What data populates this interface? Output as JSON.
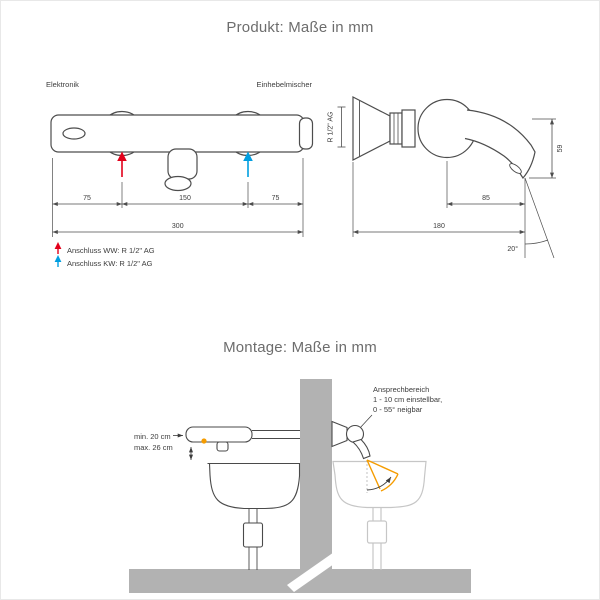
{
  "colors": {
    "line": "#4d4d4d",
    "hot_red": "#e2001a",
    "cold_blue": "#009ee0",
    "sensor_orange": "#f59c00",
    "wall_gray": "#b2b2b2",
    "light_gray": "#c6c6c6",
    "title_gray": "#6d6d6d"
  },
  "product": {
    "title": "Produkt: Maße in mm",
    "front_view": {
      "label_electronics": "Elektronik",
      "label_mixer": "Einhebelmischer",
      "dim_left": "75",
      "dim_center": "150",
      "dim_right": "75",
      "dim_total": "300"
    },
    "side_view": {
      "thread_label": "R 1/2\" AG",
      "dim_spout_reach": "85",
      "dim_total_depth": "180",
      "dim_height": "59",
      "angle_label": "20°"
    },
    "legend": {
      "hot": "Anschluss WW: R 1/2\" AG",
      "cold": "Anschluss KW: R 1/2\" AG"
    }
  },
  "montage": {
    "title": "Montage: Maße in mm",
    "mounting_note": {
      "line1": "min. 20 cm",
      "line2": "max. 26 cm"
    },
    "sensor_note": {
      "line1": "Ansprechbereich",
      "line2": "1 - 10 cm einstellbar,",
      "line3": "0 - 55° neigbar"
    }
  }
}
